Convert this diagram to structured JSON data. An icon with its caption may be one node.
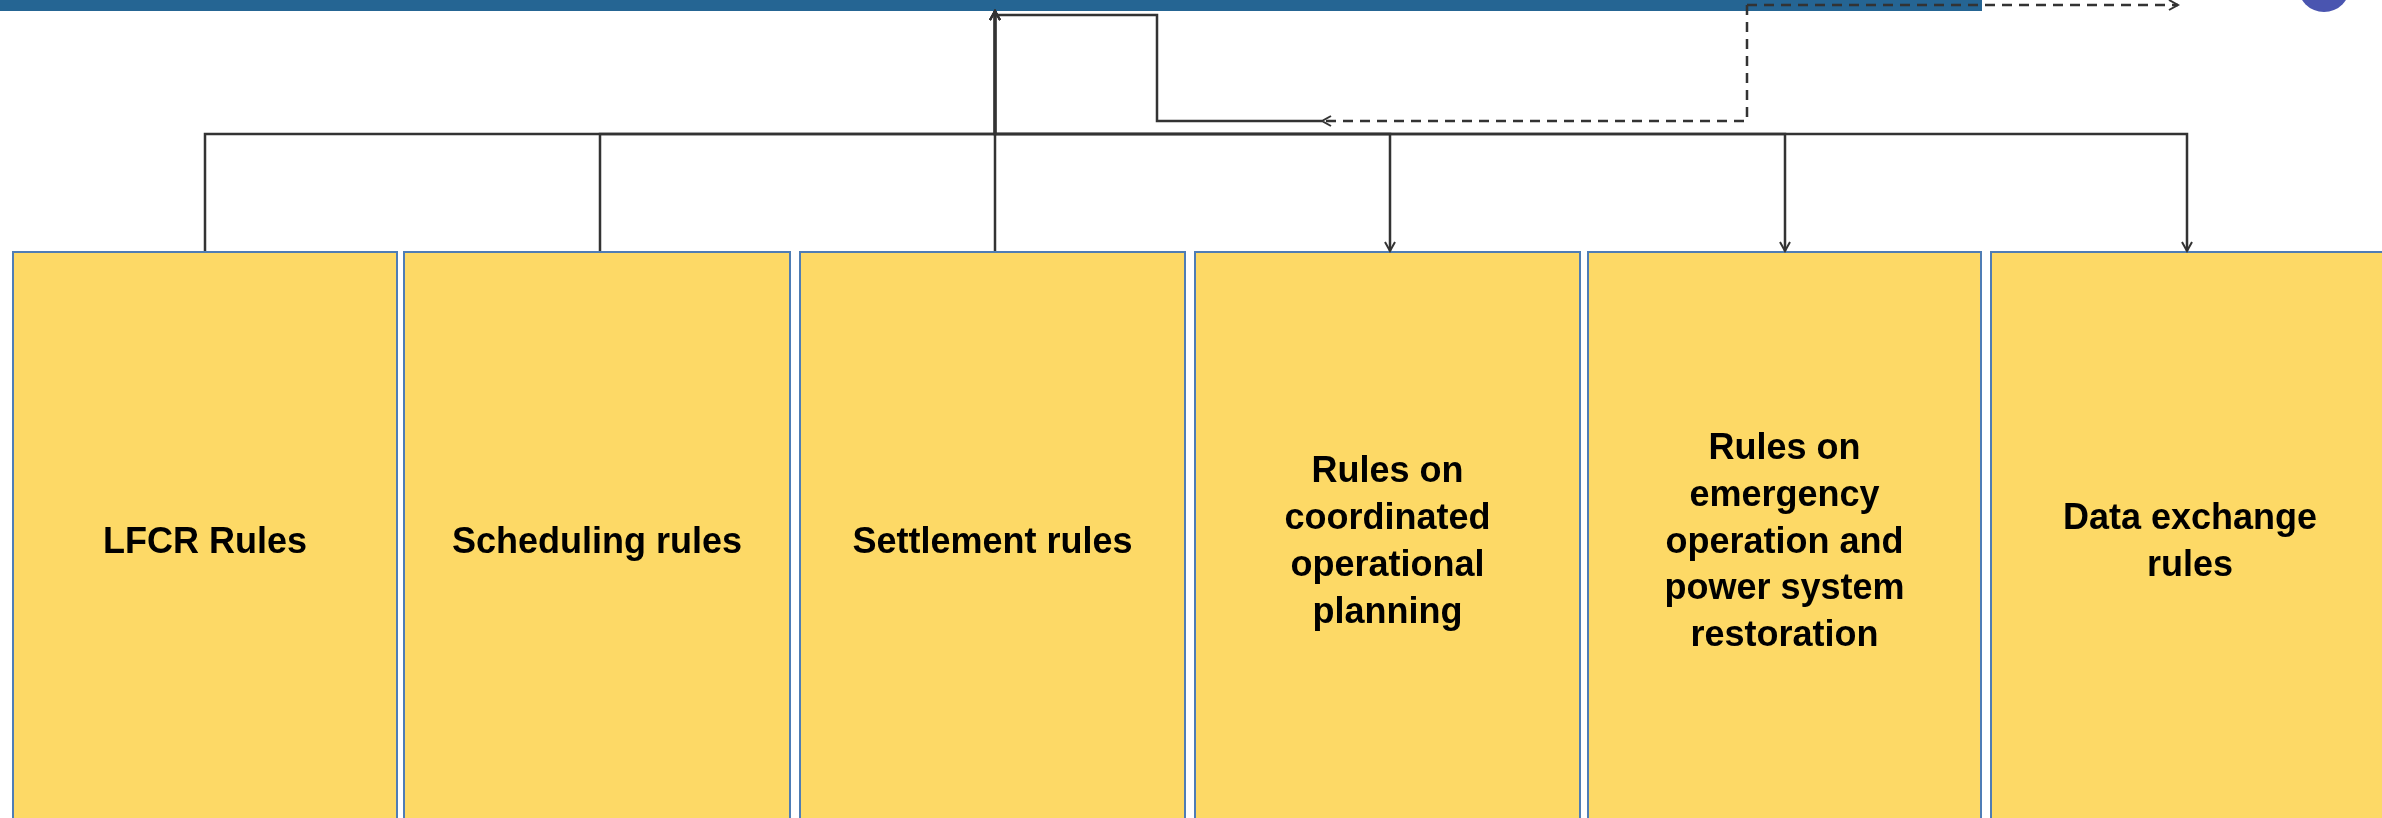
{
  "diagram": {
    "nodes": [
      {
        "text": [],
        "shape": "bar"
      },
      {
        "text": [],
        "shape": "circle"
      },
      {
        "text": [
          "LFCR Rules"
        ]
      },
      {
        "text": [
          "Scheduling rules"
        ]
      },
      {
        "text": [
          "Settlement rules"
        ]
      },
      {
        "text": [
          "Rules on coordinated operational planning"
        ]
      },
      {
        "text": [
          "Rules on emergency operation and power system restoration"
        ]
      },
      {
        "text": [
          "Data exchange rules"
        ]
      }
    ],
    "edges": [
      {
        "from": 2,
        "to": 0,
        "arrow": "to"
      },
      {
        "from": 3,
        "to": 0,
        "arrow": "to"
      },
      {
        "from": 4,
        "to": 0,
        "arrow": "to"
      },
      {
        "from": 0,
        "to": 5,
        "arrow": "to"
      },
      {
        "from": 0,
        "to": 6,
        "arrow": "to"
      },
      {
        "from": 0,
        "to": 7,
        "arrow": "to"
      },
      {
        "from": 0,
        "to": 1,
        "arrow": "to",
        "style": "dashed"
      },
      {
        "from": 0,
        "to": 0,
        "arrow": "to",
        "style": "dashed"
      }
    ]
  }
}
